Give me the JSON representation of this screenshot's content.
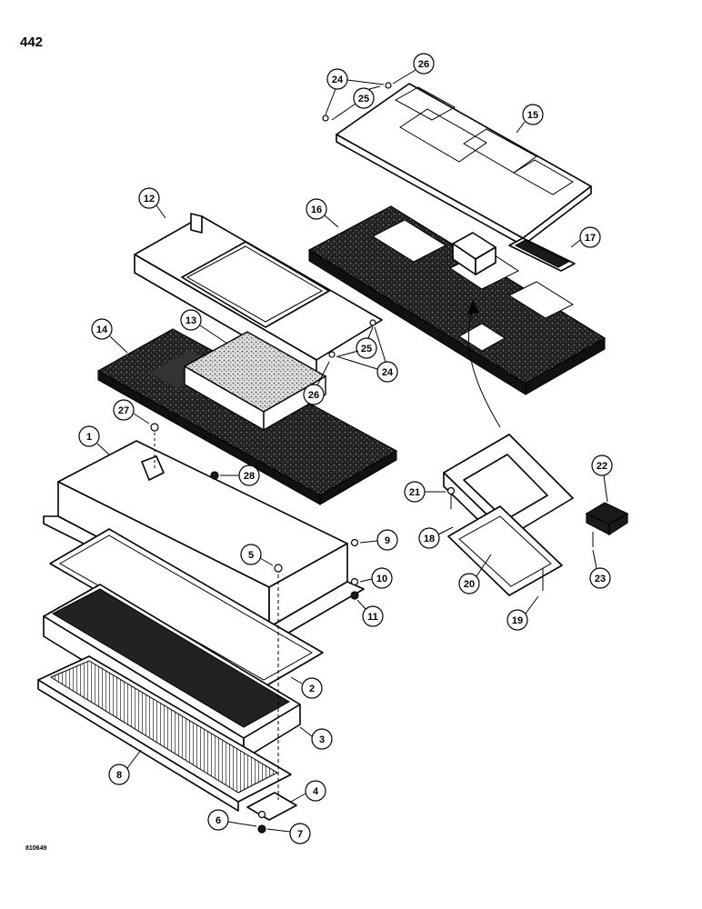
{
  "page_number": "442",
  "figure_code": "810649",
  "callouts": [
    {
      "id": "c1",
      "label": "1"
    },
    {
      "id": "c2",
      "label": "2"
    },
    {
      "id": "c3",
      "label": "3"
    },
    {
      "id": "c4",
      "label": "4"
    },
    {
      "id": "c5",
      "label": "5"
    },
    {
      "id": "c6",
      "label": "6"
    },
    {
      "id": "c7",
      "label": "7"
    },
    {
      "id": "c8",
      "label": "8"
    },
    {
      "id": "c9",
      "label": "9"
    },
    {
      "id": "c10",
      "label": "10"
    },
    {
      "id": "c11",
      "label": "11"
    },
    {
      "id": "c12",
      "label": "12"
    },
    {
      "id": "c13",
      "label": "13"
    },
    {
      "id": "c14",
      "label": "14"
    },
    {
      "id": "c15",
      "label": "15"
    },
    {
      "id": "c16",
      "label": "16"
    },
    {
      "id": "c17",
      "label": "17"
    },
    {
      "id": "c18",
      "label": "18"
    },
    {
      "id": "c19",
      "label": "19"
    },
    {
      "id": "c20",
      "label": "20"
    },
    {
      "id": "c21",
      "label": "21"
    },
    {
      "id": "c22",
      "label": "22"
    },
    {
      "id": "c23",
      "label": "23"
    },
    {
      "id": "c24a",
      "label": "24"
    },
    {
      "id": "c24b",
      "label": "24"
    },
    {
      "id": "c25a",
      "label": "25"
    },
    {
      "id": "c25b",
      "label": "25"
    },
    {
      "id": "c26a",
      "label": "26"
    },
    {
      "id": "c26b",
      "label": "26"
    },
    {
      "id": "c27",
      "label": "27"
    },
    {
      "id": "c28",
      "label": "28"
    }
  ]
}
